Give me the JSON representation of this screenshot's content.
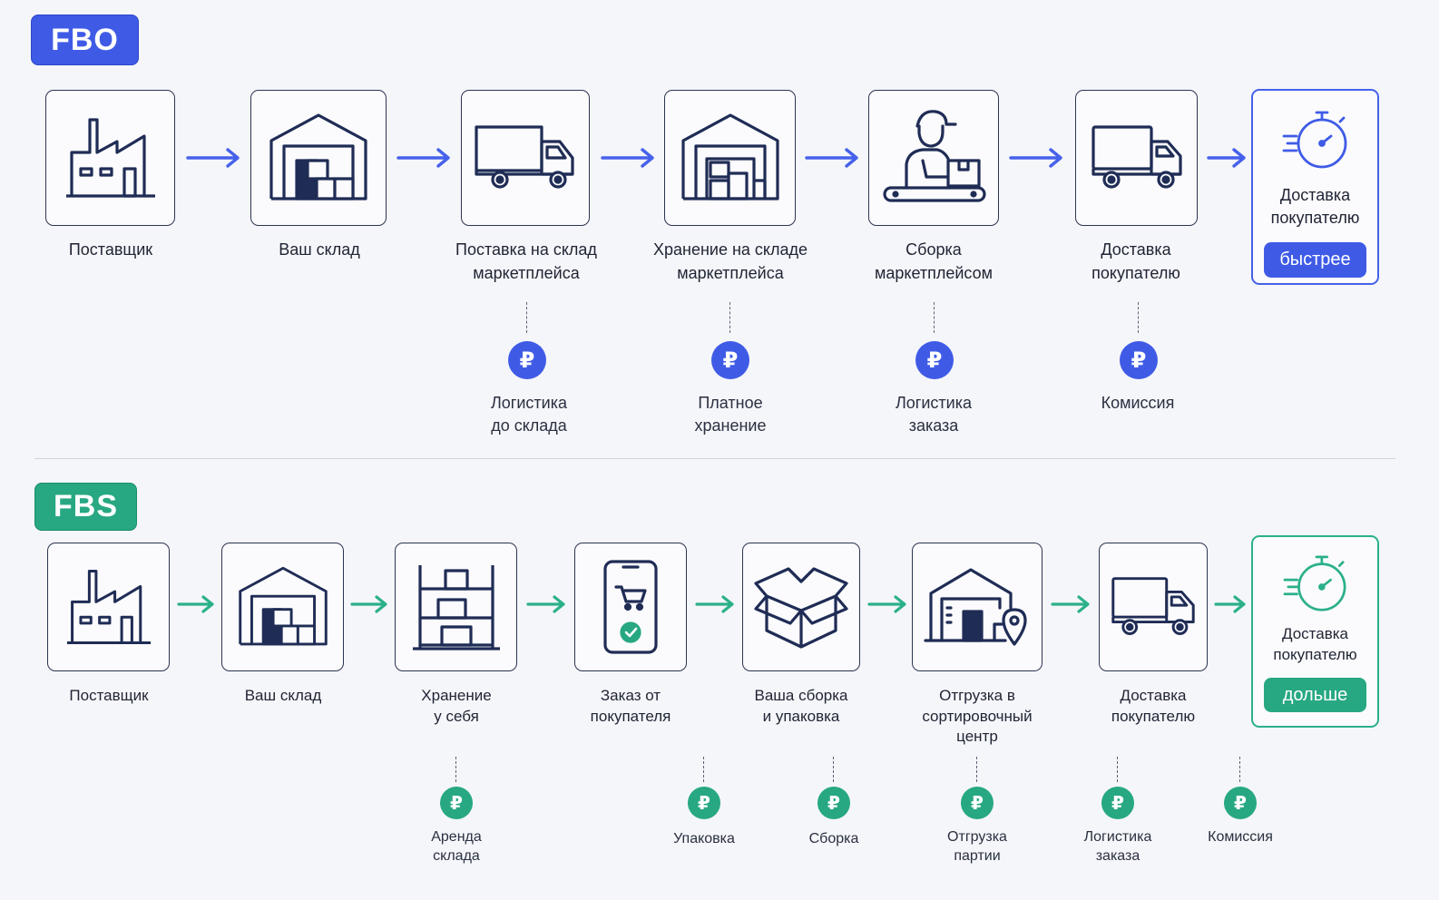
{
  "fbo": {
    "badge": "FBO",
    "steps": [
      {
        "label": "Поставщик",
        "icon": "factory-icon"
      },
      {
        "label": "Ваш склад",
        "icon": "warehouse-icon"
      },
      {
        "label": "Поставка на склад\nмаркетплейса",
        "icon": "truck-icon"
      },
      {
        "label": "Хранение на складе\nмаркетплейса",
        "icon": "warehouse-icon"
      },
      {
        "label": "Сборка\nмаркетплейсом",
        "icon": "worker-icon"
      },
      {
        "label": "Доставка\nпокупателю",
        "icon": "truck-icon"
      }
    ],
    "final": {
      "title": "Доставка\nпокупателю",
      "button": "быстрее",
      "icon": "stopwatch-icon"
    },
    "fees": [
      {
        "symbol": "₽",
        "label": "Логистика\nдо склада"
      },
      {
        "symbol": "₽",
        "label": "Платное\nхранение"
      },
      {
        "symbol": "₽",
        "label": "Логистика\nзаказа"
      },
      {
        "symbol": "₽",
        "label": "Комиссия"
      }
    ]
  },
  "fbs": {
    "badge": "FBS",
    "steps": [
      {
        "label": "Поставщик",
        "icon": "factory-icon"
      },
      {
        "label": "Ваш склад",
        "icon": "warehouse-icon"
      },
      {
        "label": "Хранение\nу себя",
        "icon": "shelf-icon"
      },
      {
        "label": "Заказ от\nпокупателя",
        "icon": "phone-cart-icon"
      },
      {
        "label": "Ваша сборка\nи упаковка",
        "icon": "box-icon"
      },
      {
        "label": "Отгрузка в\nсортировочный\nцентр",
        "icon": "sorting-center-icon"
      },
      {
        "label": "Доставка\nпокупателю",
        "icon": "truck-icon"
      }
    ],
    "final": {
      "title": "Доставка\nпокупателю",
      "button": "дольше",
      "icon": "stopwatch-icon"
    },
    "fees": [
      {
        "symbol": "₽",
        "label": "Аренда\nсклада"
      },
      {
        "symbol": "₽",
        "label": "Упаковка"
      },
      {
        "symbol": "₽",
        "label": "Сборка"
      },
      {
        "symbol": "₽",
        "label": "Отгрузка\nпартии"
      },
      {
        "symbol": "₽",
        "label": "Логистика\nзаказа"
      },
      {
        "symbol": "₽",
        "label": "Комиссия"
      }
    ]
  },
  "colors": {
    "fbo_accent": "#3f5be6",
    "fbs_accent": "#27a882",
    "icon_stroke": "#1f2c55"
  }
}
